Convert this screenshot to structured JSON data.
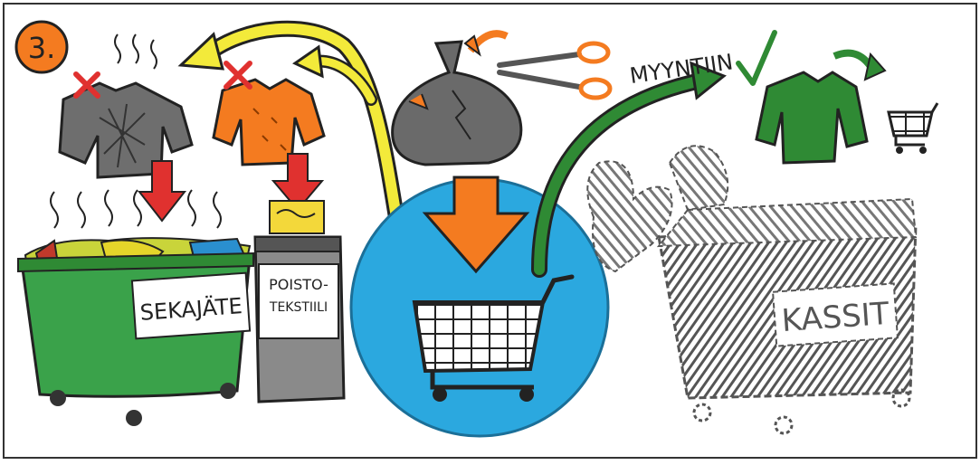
{
  "step": {
    "number": "3."
  },
  "labels": {
    "mixed_waste": "SEKAJÄTE",
    "textile_waste_top": "POISTO-",
    "textile_waste_bottom": "TEKSTIILI",
    "for_sale": "MYYNTIIN",
    "bags": "KASSIT"
  },
  "colors": {
    "step_badge": "#f47b20",
    "red_arrow": "#e0312f",
    "yellow_arrow": "#f3ea3a",
    "orange_arrow": "#f47b20",
    "green_arrow": "#2f8a34",
    "green_bin": "#3aa24a",
    "blue_circle": "#2ba8df",
    "grey": "#8a8a8a"
  },
  "icons": [
    "grey-sweater-icon",
    "orange-sweater-icon",
    "bag-icon",
    "scissors-icon",
    "green-sweater-icon",
    "shopping-cart-icon",
    "checkmark-icon"
  ]
}
